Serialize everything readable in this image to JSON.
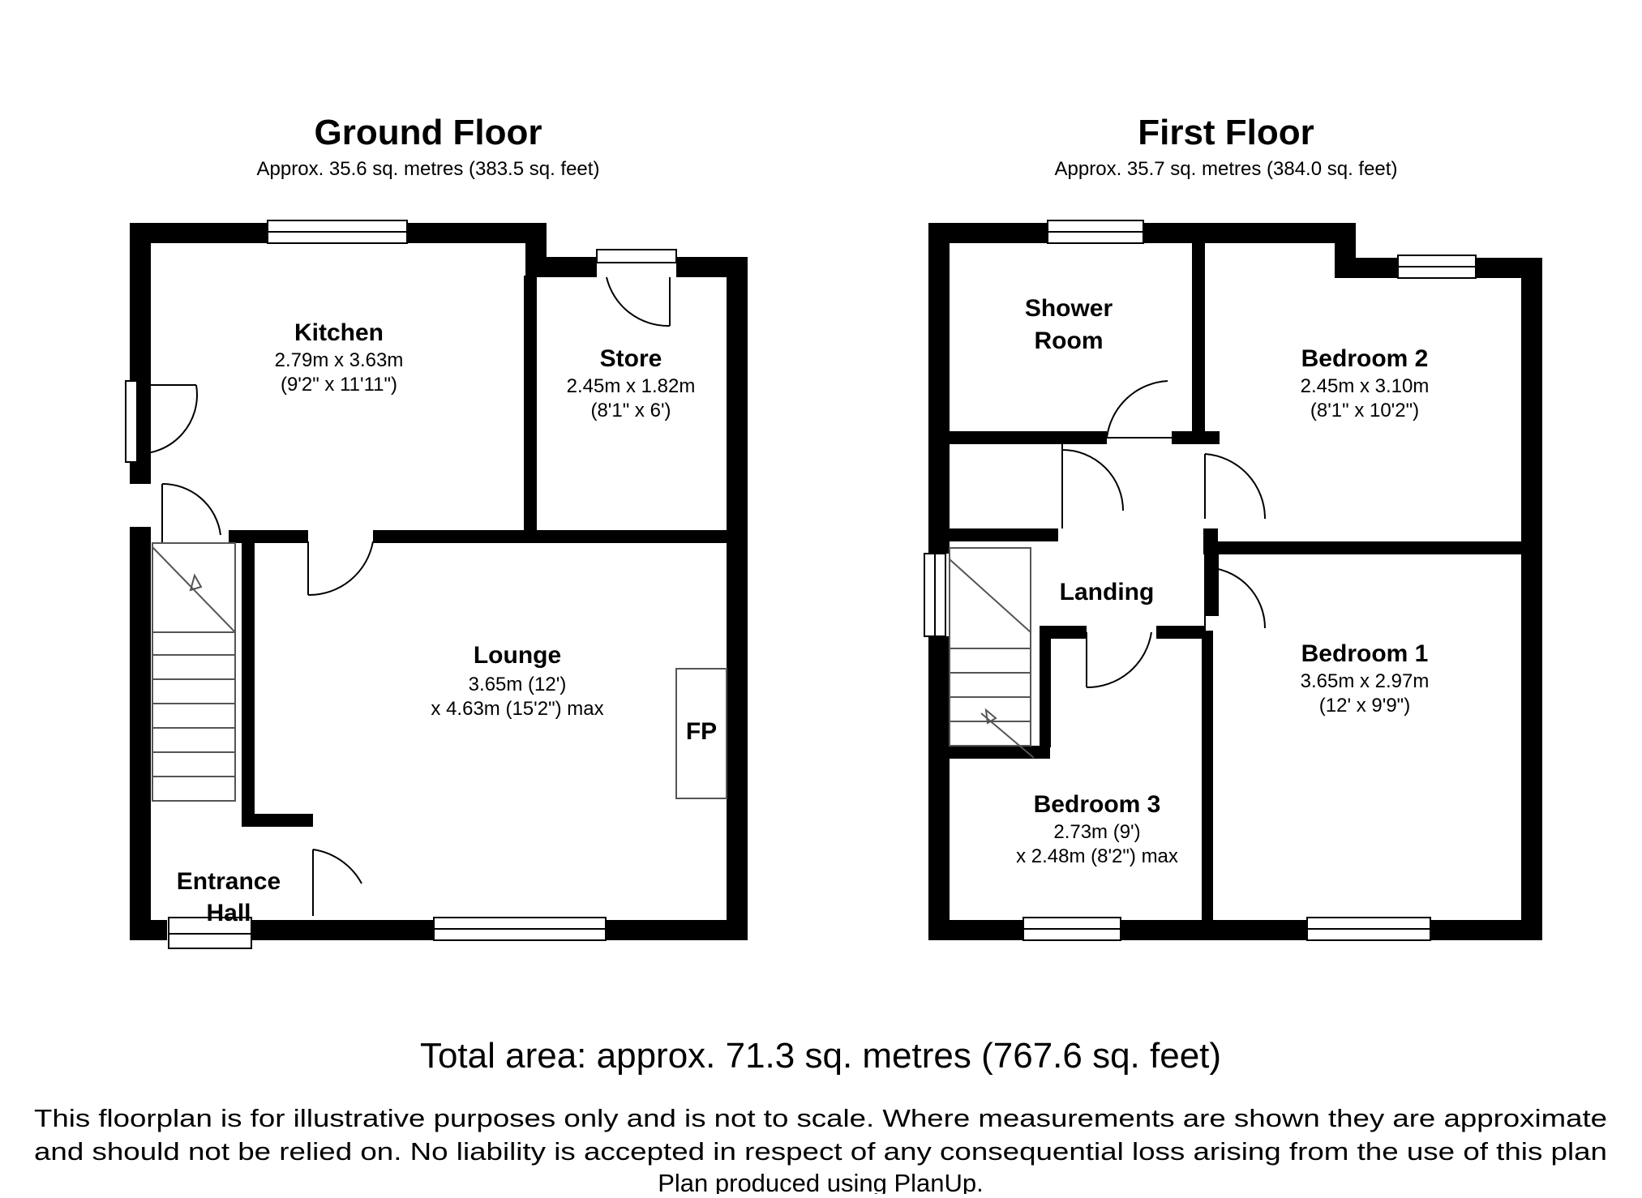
{
  "ground_floor": {
    "title": "Ground Floor",
    "area": "Approx. 35.6 sq. metres (383.5 sq. feet)",
    "rooms": {
      "kitchen": {
        "name": "Kitchen",
        "dim1": "2.79m x 3.63m",
        "dim2": "(9'2\" x 11'11\")"
      },
      "store": {
        "name": "Store",
        "dim1": "2.45m x 1.82m",
        "dim2": "(8'1\" x 6')"
      },
      "lounge": {
        "name": "Lounge",
        "dim1": "3.65m (12')",
        "dim2": "x 4.63m (15'2\") max"
      },
      "fireplace": {
        "label": "FP"
      },
      "entrance_hall": {
        "line1": "Entrance",
        "line2": "Hall"
      }
    }
  },
  "first_floor": {
    "title": "First Floor",
    "area": "Approx. 35.7 sq. metres (384.0 sq. feet)",
    "rooms": {
      "shower_room": {
        "line1": "Shower",
        "line2": "Room"
      },
      "bedroom2": {
        "name": "Bedroom 2",
        "dim1": "2.45m x 3.10m",
        "dim2": "(8'1\" x 10'2\")"
      },
      "landing": {
        "name": "Landing"
      },
      "bedroom1": {
        "name": "Bedroom 1",
        "dim1": "3.65m x 2.97m",
        "dim2": "(12' x 9'9\")"
      },
      "bedroom3": {
        "name": "Bedroom 3",
        "dim1": "2.73m (9')",
        "dim2": "x 2.48m (8'2\") max"
      }
    }
  },
  "footer": {
    "total_area": "Total area: approx. 71.3 sq. metres (767.6 sq. feet)",
    "disclaimer_line1": "This floorplan is for illustrative purposes only and is not to scale. Where measurements are shown they are approximate",
    "disclaimer_line2": "and should not be relied on. No liability is accepted in respect of any consequential loss arising from the use of this plan",
    "disclaimer_line3": "Plan produced using PlanUp."
  },
  "colors": {
    "wall": "#000000",
    "background": "#ffffff",
    "fixture": "#555555"
  }
}
